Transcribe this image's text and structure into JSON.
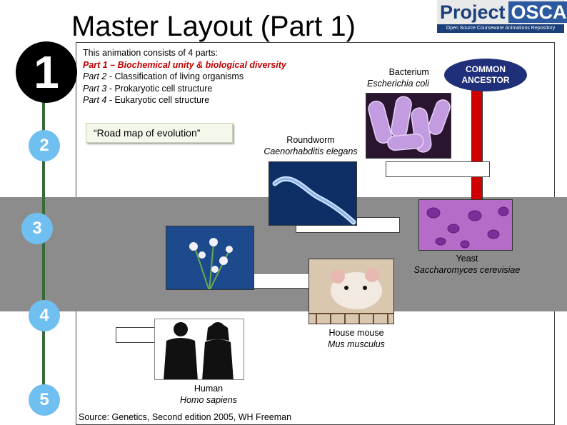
{
  "header": {
    "title": "Master Layout (Part 1)",
    "logo_primary": "Project",
    "logo_secondary": "OSCAR",
    "logo_tagline": "Open Source Courseware Animations Repository"
  },
  "timeline": {
    "steps": [
      "1",
      "2",
      "3",
      "4",
      "5"
    ]
  },
  "intro": {
    "line0": "This animation consists of 4 parts:",
    "part1_label": "Part 1",
    "part1_text": " – Biochemical unity & biological diversity",
    "part2_label": "Part 2",
    "part2_text": " - Classification of living organisms",
    "part3_label": "Part 3",
    "part3_text": " - Prokaryotic cell structure",
    "part4_label": "Part 4",
    "part4_text": " - Eukaryotic cell structure"
  },
  "roadmap_button": {
    "label": "“Road map of evolution”"
  },
  "ancestor": {
    "line1": "COMMON",
    "line2": "ANCESTOR"
  },
  "organisms": {
    "bacterium": {
      "common": "Bacterium",
      "scientific": "Escherichia coli"
    },
    "roundworm": {
      "common": "Roundworm",
      "scientific": "Caenorhabditis elegans"
    },
    "yeast": {
      "common": "Yeast",
      "scientific": "Saccharomyces cerevisiae"
    },
    "mouse": {
      "common": "House mouse",
      "scientific": "Mus musculus"
    },
    "human": {
      "common": "Human",
      "scientific": "Homo sapiens"
    }
  },
  "source": "Source: Genetics, Second edition 2005, WH Freeman",
  "colors": {
    "accent_red": "#c00000",
    "ancestor_fill": "#1f2f7a",
    "step_blue": "#6fbff0",
    "band_gray": "#8c8c8c"
  }
}
